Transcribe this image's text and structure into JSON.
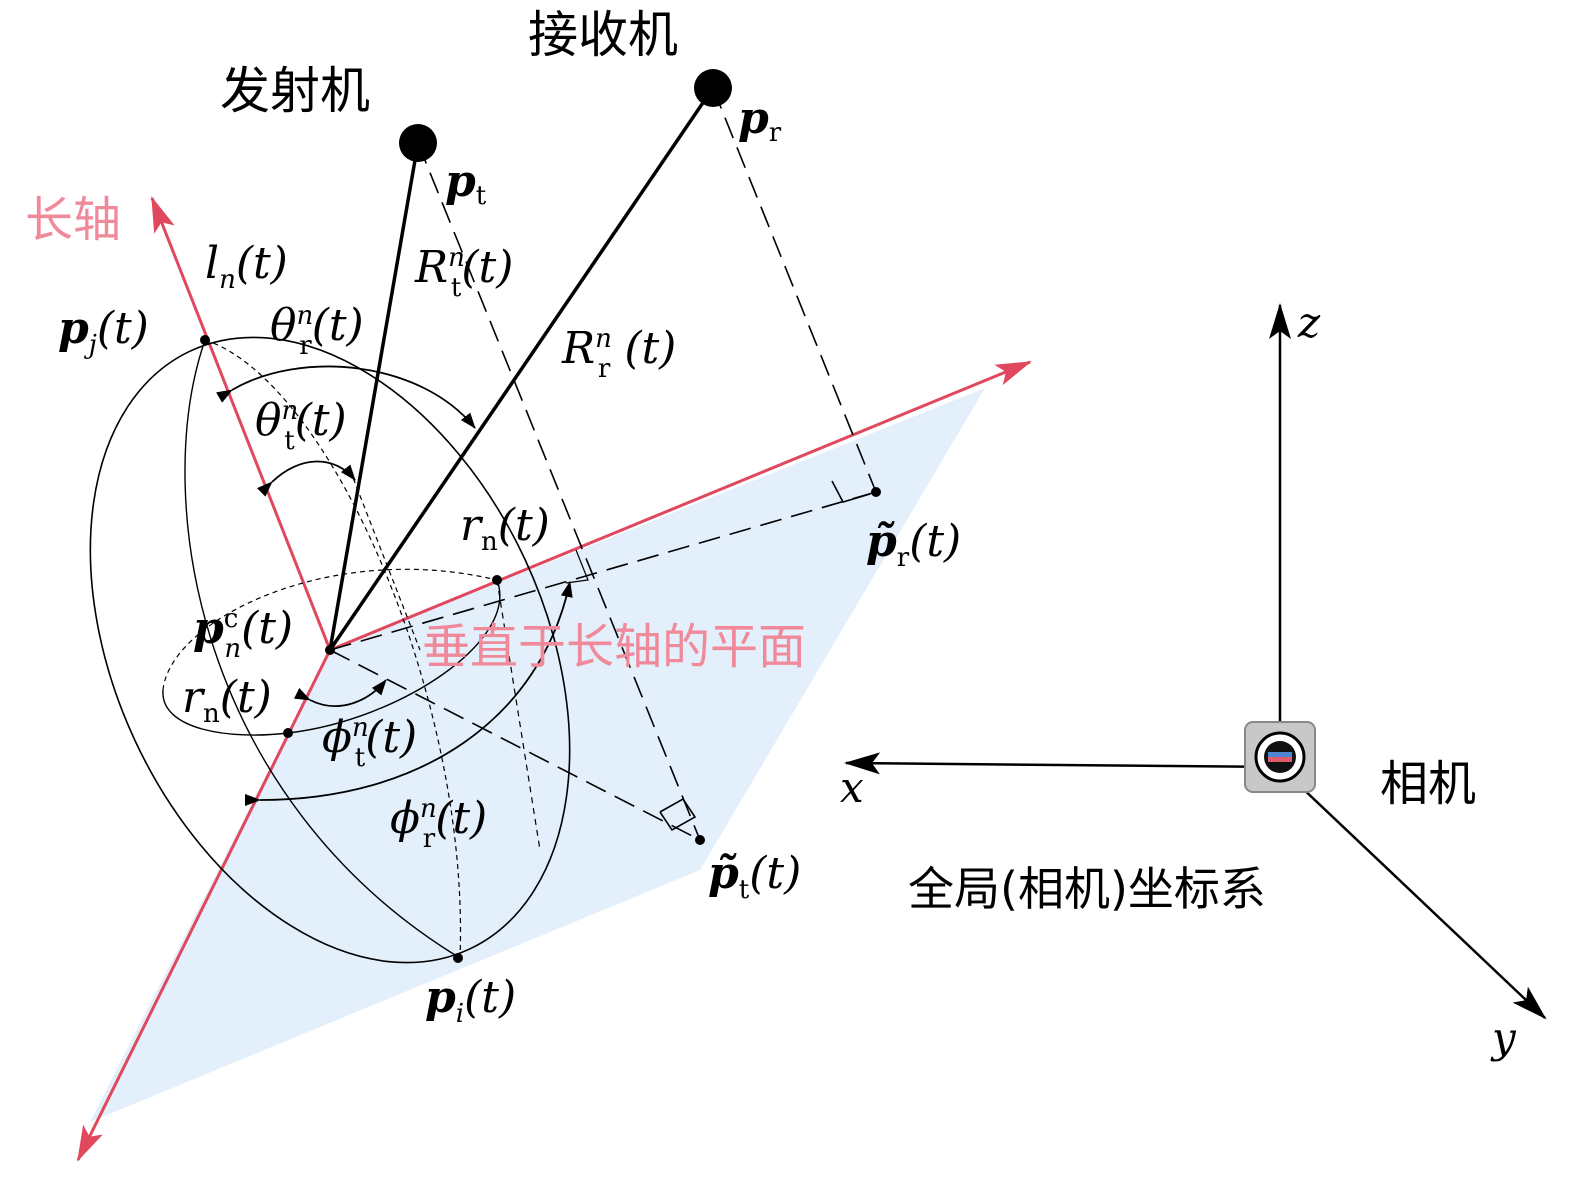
{
  "labels": {
    "transmitter": "发射机",
    "receiver": "接收机",
    "long_axis": "长轴",
    "perp_plane": "垂直于长轴的平面",
    "camera": "相机",
    "global_frame": "全局(相机)坐标系"
  },
  "math": {
    "pt": {
      "base": "p",
      "sub": "t"
    },
    "pr": {
      "base": "p",
      "sub": "r"
    },
    "ln": {
      "base": "l",
      "sub": "n",
      "tail": "(t)"
    },
    "pj": {
      "base": "p",
      "sub": "j",
      "tail": "(t)"
    },
    "theta_r": {
      "base": "θ",
      "sup": "n",
      "sub": "r",
      "tail": "(t)"
    },
    "theta_t": {
      "base": "θ",
      "sup": "n",
      "sub": "t",
      "tail": "(t)"
    },
    "Rt": {
      "base": "R",
      "sup": "n",
      "sub": "t",
      "tail": "(t)"
    },
    "Rr": {
      "base": "R",
      "sup": "n",
      "sub": "r",
      "tail": " (t)"
    },
    "rn_upper": {
      "base": "r",
      "sub": "n",
      "tail": "(t)"
    },
    "rn_lower": {
      "base": "r",
      "sub": "n",
      "tail": "(t)"
    },
    "pnc": {
      "base": "p",
      "sup": "c",
      "sub": "n",
      "tail": "(t)"
    },
    "phi_t": {
      "base": "ϕ",
      "sup": "n",
      "sub": "t",
      "tail": "(t)"
    },
    "phi_r": {
      "base": "ϕ",
      "sup": "n",
      "sub": "r",
      "tail": "(t)"
    },
    "pi": {
      "base": "p",
      "sub": "i",
      "tail": "(t)"
    },
    "pr_tilde": {
      "base": "p̃",
      "sub": "r",
      "tail": "(t)"
    },
    "pt_tilde": {
      "base": "p̃",
      "sub": "t",
      "tail": "(t)"
    }
  },
  "axes": {
    "x": "x",
    "y": "y",
    "z": "z"
  },
  "colors": {
    "axis_red": "#e0485e",
    "label_pink": "#f08a9a",
    "plane_fill": "#e3effb",
    "ink": "#000000"
  }
}
